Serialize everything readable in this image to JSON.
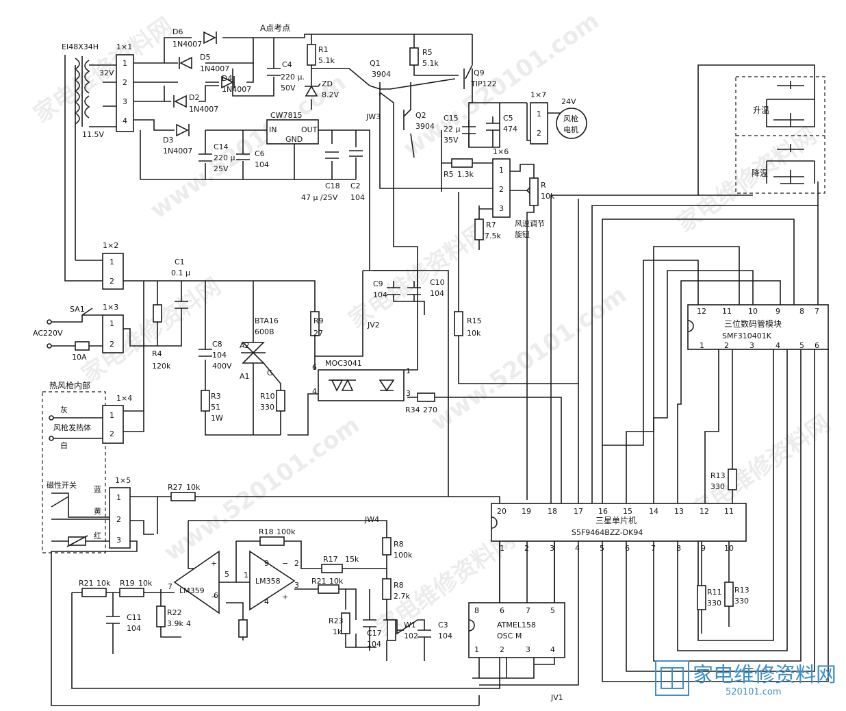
{
  "transformer": {
    "name": "EI48X34H",
    "v1": "32V",
    "v2": "11.5V"
  },
  "connectors": {
    "c1": "1×1",
    "c2": "1×2",
    "c3": "1×3",
    "c4": "1×4",
    "c5": "1×5",
    "c6": "1×6",
    "c7": "1×7",
    "pins": [
      "1",
      "2",
      "3",
      "4"
    ]
  },
  "diodes": {
    "d6": "D6",
    "d6v": "1N4007",
    "d5": "D5",
    "d5v": "1N4007",
    "d4": "D4",
    "d4v": "1N4007",
    "d2": "D2",
    "d2v": "1N4007",
    "d3": "D3",
    "d3v": "1N4007"
  },
  "point_a": "A点考点",
  "caps": {
    "c4": "C4",
    "c4v": "220 μ.",
    "c4w": "50V",
    "c14": "C14",
    "c14v": "220 μ",
    "c14w": "25V",
    "c6": "C6",
    "c6v": "104",
    "c18": "C18",
    "c18v": "47 μ /25V",
    "c2": "C2",
    "c2v": "104",
    "c15": "C15",
    "c15v": "22 μ",
    "c15w": "35V",
    "c5": "C5",
    "c5v": "474",
    "c1": "C1",
    "c1v": "0.1 μ",
    "c8": "C8",
    "c8v": "104",
    "c8w": "400V",
    "c9": "C9",
    "c9v": "104",
    "c10": "C10",
    "c10v": "104",
    "c11": "C11",
    "c11v": "104",
    "c17": "C17",
    "c17v": "104",
    "c3": "C3",
    "c3v": "104"
  },
  "regulator": {
    "name": "CW7815",
    "in": "IN",
    "out": "OUT",
    "gnd": "GND"
  },
  "resistors": {
    "r1": "R1",
    "r1v": "5.1k",
    "r5": "R5",
    "r5v": "5.1k",
    "zd": "ZD",
    "zdv": "8.2V",
    "r5b": "R5",
    "r5bv": "1.3k",
    "r7": "R7",
    "r7v": "7.5k",
    "r": "R",
    "rv": "10k",
    "r4": "R4",
    "r4v": "120k",
    "r3": "R3",
    "r3v": "51",
    "r3w": "1W",
    "r10": "R10",
    "r10v": "330",
    "r9": "R9",
    "r9v": "27",
    "r15": "R15",
    "r15v": "10k",
    "r34": "R34",
    "r34v": "270",
    "r27": "R27",
    "r27v": "10k",
    "r18": "R18",
    "r18v": "100k",
    "r17": "R17",
    "r17v": "15k",
    "r21a": "R21",
    "r21av": "10k",
    "r19": "R19",
    "r19v": "10k",
    "r22": "R22",
    "r22v": "3.9k",
    "r22n": "4",
    "r21b": "R21",
    "r21bv": "10k",
    "r23": "R23",
    "r23v": "1k",
    "r8a": "R8",
    "r8av": "100k",
    "r8b": "R8",
    "r8bv": "2.7k",
    "w1": "W1",
    "w1v": "102",
    "r13a": "R13",
    "r13av": "330",
    "r11": "R11",
    "r11v": "330",
    "r13b": "R13",
    "r13bv": "330"
  },
  "transistors": {
    "q1": "Q1",
    "q1v": "3904",
    "q2": "Q2",
    "q2v": "3904",
    "q9": "Q9",
    "q9v": "TIP122"
  },
  "jumpers": {
    "jw3": "JW3",
    "jv2": "JV2",
    "jw4": "JW4",
    "jv1": "JV1"
  },
  "motor": {
    "volt": "24V",
    "l1": "风枪",
    "l2": "电机"
  },
  "knob": {
    "l1": "风速调节",
    "l2": "旋钮"
  },
  "switches": {
    "up": "升温",
    "down": "降温",
    "sa1": "SA1"
  },
  "mains": {
    "label": "AC220V",
    "fuse": "10A"
  },
  "triac": {
    "name": "BTA16",
    "val": "600B",
    "a2": "A2",
    "a1": "A1",
    "g": "G"
  },
  "opto": {
    "name": "MOC3041",
    "p6": "6",
    "p4": "4",
    "p1": "1",
    "p3": "3"
  },
  "gun": {
    "title": "热风枪内部",
    "grey": "灰",
    "heater": "风枪发热体",
    "white": "白",
    "mag": "磁性开关",
    "blue": "蓝",
    "yellow": "黄",
    "red": "红"
  },
  "opamps": {
    "a": "LM359",
    "b": "LM358",
    "p7": "7",
    "p5": "5",
    "p6": "6",
    "p1": "1",
    "p9": "9",
    "p2": "2",
    "p3": "3",
    "p4": "4"
  },
  "display": {
    "title": "三位数码管模块",
    "part": "SMF310401K",
    "top_pins": [
      "12",
      "11",
      "10",
      "9",
      "8",
      "7"
    ],
    "bot_pins": [
      "1",
      "2",
      "3",
      "4",
      "5",
      "6"
    ]
  },
  "mcu": {
    "title": "三星单片机",
    "part": "S5F9464BZZ-DK94",
    "top_pins": [
      "20",
      "19",
      "18",
      "17",
      "16",
      "15",
      "14",
      "13",
      "12",
      "11"
    ],
    "bot_pins": [
      "1",
      "2",
      "3",
      "4",
      "5",
      "6",
      "7",
      "8",
      "9",
      "10"
    ]
  },
  "osc": {
    "name": "ATMEL158",
    "sub": "OSC M",
    "top_pins": [
      "8",
      "6",
      "7",
      "5"
    ],
    "bot_pins": [
      "1",
      "2",
      "3",
      "4"
    ]
  },
  "watermark": {
    "site": "家电维修资料网",
    "url": "www.520101.com",
    "logo": "家电维修资料网",
    "logo_url": "520101.com"
  }
}
